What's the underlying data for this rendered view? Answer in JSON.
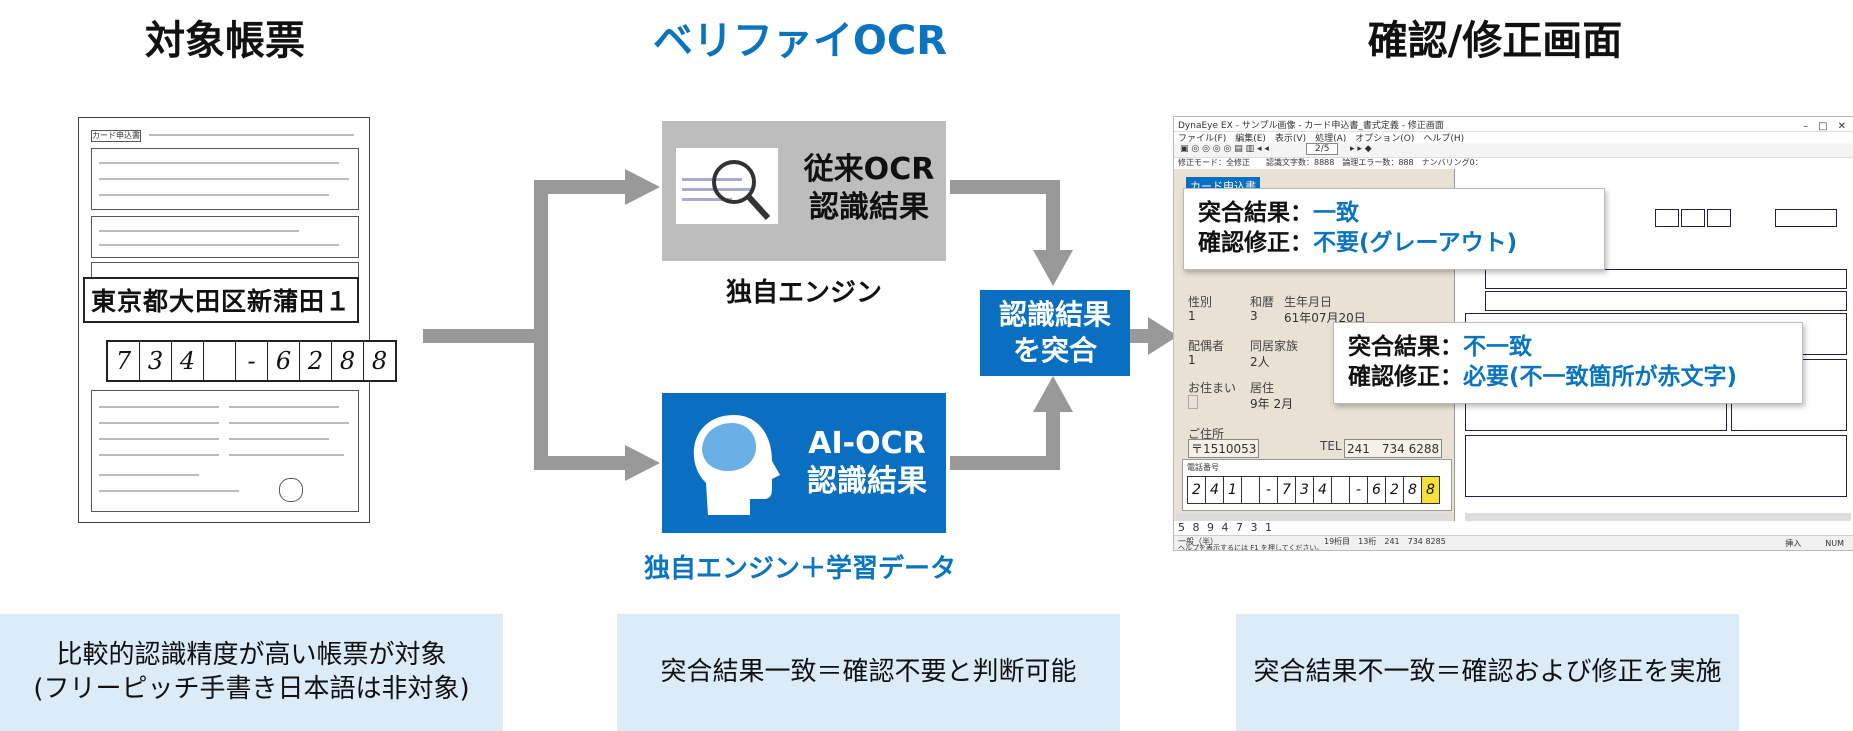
{
  "headings": {
    "left": "対象帳票",
    "center": "ベリファイOCR",
    "right": "確認/修正画面"
  },
  "document": {
    "form_title": "カード申込書",
    "address_text": "東京都大田区新蒲田１",
    "handwritten_digits": [
      "7",
      "3",
      "4",
      "",
      "-",
      "6",
      "2",
      "8",
      "8"
    ]
  },
  "conventional": {
    "line1": "従来OCR",
    "line2": "認識結果",
    "caption": "独自エンジン",
    "icon": "magnifier-icon"
  },
  "ai": {
    "line1": "AI-OCR",
    "line2": "認識結果",
    "caption": "独自エンジン＋学習データ",
    "icon": "head-brain-icon"
  },
  "collation": {
    "line1": "認識結果",
    "line2": "を突合"
  },
  "app_window": {
    "title": "DynaEye EX - サンプル画像 - カード申込書_書式定義 - 修正画面",
    "menu": "ファイル(F)　編集(E)　表示(V)　処理(A)　オプション(O)　ヘルプ(H)",
    "page_indicator": "2/5",
    "status_line": "修正モード：全修正　　認識文字数：8888　論理エラー数：888　ナンバリング0：",
    "form_header": "カード申込書",
    "fields": {
      "gender_label": "性別",
      "gender_value": "1",
      "era_label": "和暦",
      "era_value": "3",
      "dob_label": "生年月日",
      "dob_value": "61年07月20日",
      "spouse_label": "配偶者",
      "spouse_value": "1",
      "family_label": "同居家族",
      "family_value": "2人",
      "home_label": "お住まい",
      "home_value": "",
      "residence_label": "居住",
      "residence_value": "9年 2月",
      "address_label": "ご住所",
      "postal_value": "〒1510053",
      "tel_label": "TEL",
      "tel_value": "241　734 6288",
      "phone_section_label": "電話番号"
    },
    "entry_digits": [
      "2",
      "4",
      "1",
      "",
      "-",
      "7",
      "3",
      "4",
      "",
      "-",
      "6",
      "2",
      "8",
      "8"
    ],
    "bottom_digits": "5 8 9 4 7 3 1",
    "status_bar_left": "一般（半）",
    "status_bar_mid": "19桁目　13桁　241　734 8285",
    "status_bar_hint": "ヘルプを表示するには F1 を押してください。",
    "status_bar_right": "挿入　　　NUM"
  },
  "tooltip_match": {
    "label1": "突合結果：",
    "value1": "一致",
    "label2": "確認修正：",
    "value2": "不要(グレーアウト)"
  },
  "tooltip_mismatch": {
    "label1": "突合結果：",
    "value1": "不一致",
    "label2": "確認修正：",
    "value2": "必要(不一致箇所が赤文字)"
  },
  "notes": {
    "left_line1": "比較的認識精度が高い帳票が対象",
    "left_line2": "(フリーピッチ手書き日本語は非対象)",
    "center": "突合結果一致＝確認不要と判断可能",
    "right": "突合結果不一致＝確認および修正を実施"
  },
  "colors": {
    "accent_blue": "#0a74bf",
    "box_blue": "#0a6fc0",
    "box_grey": "#bdbdbd",
    "arrow_grey": "#999999",
    "note_bg": "#dcebf8"
  }
}
